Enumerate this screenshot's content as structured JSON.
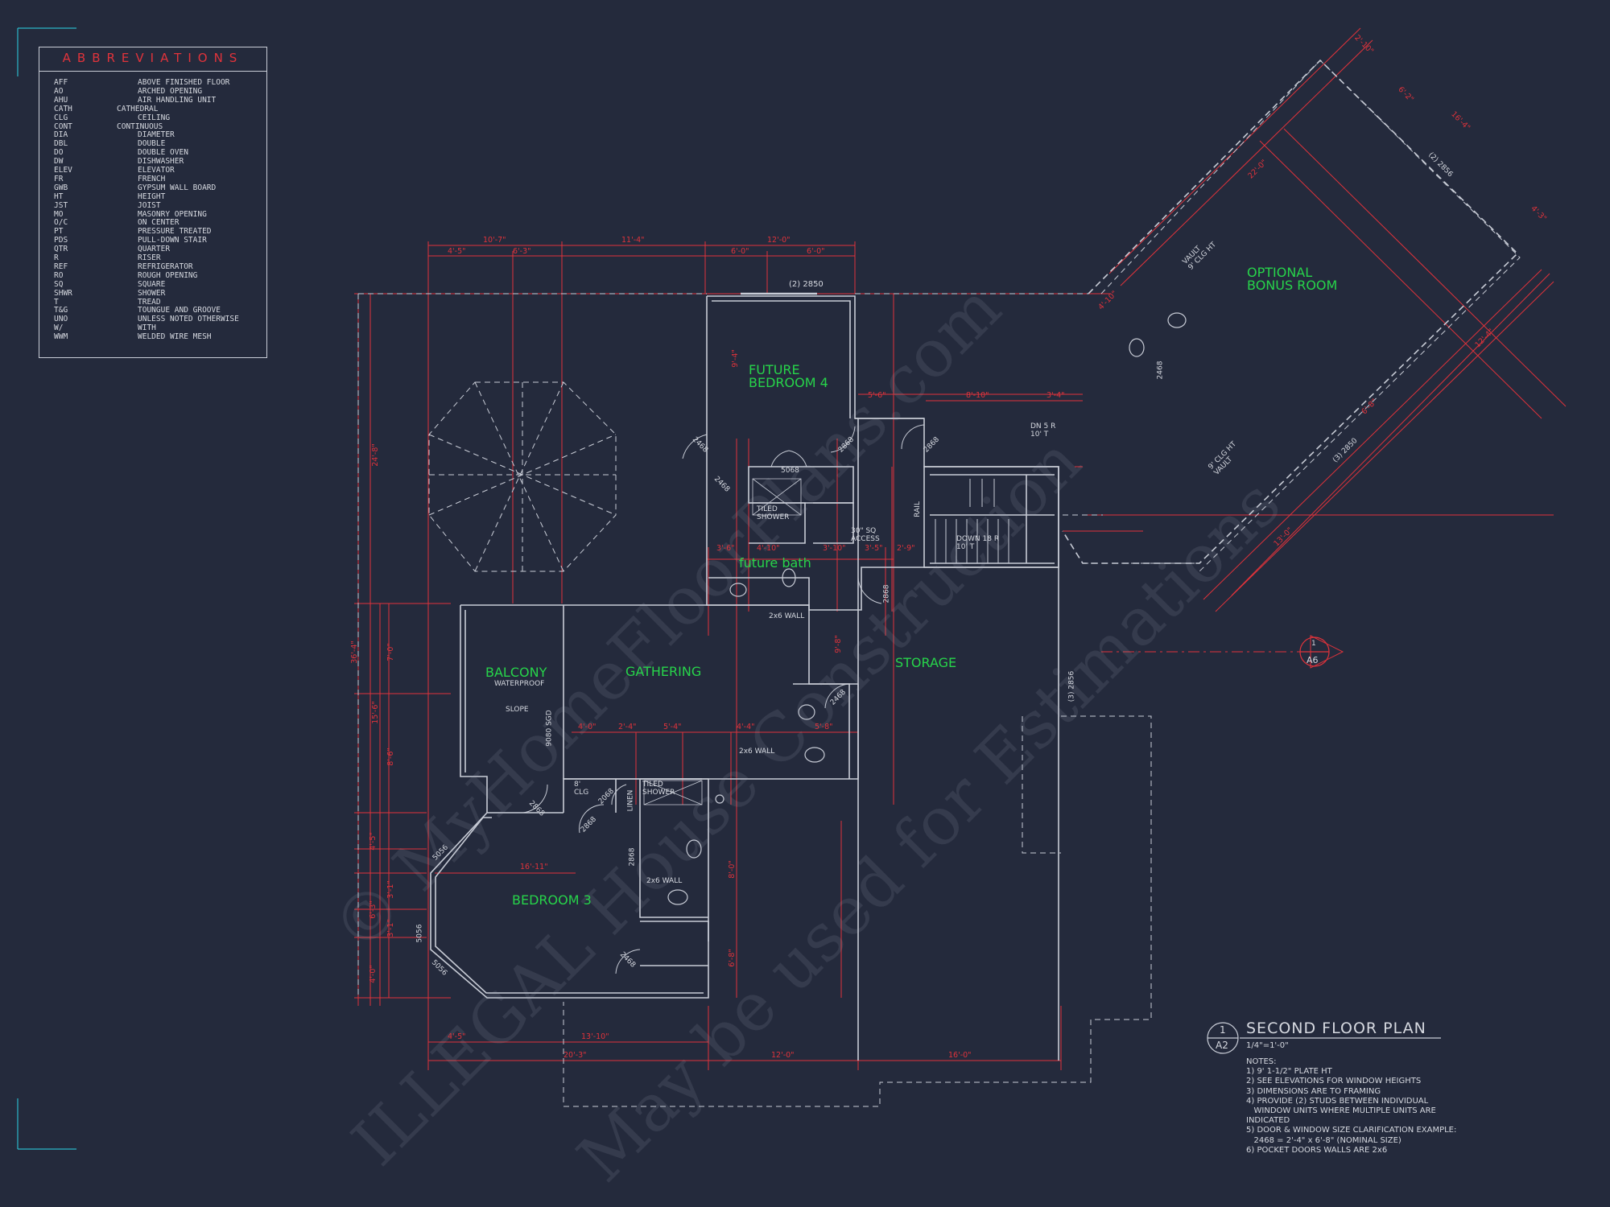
{
  "abbreviations": {
    "title": "ABBREVIATIONS",
    "items": [
      {
        "code": "AFF",
        "meaning": "ABOVE FINISHED FLOOR"
      },
      {
        "code": "AO",
        "meaning": "ARCHED OPENING"
      },
      {
        "code": "AHU",
        "meaning": "AIR HANDLING UNIT"
      },
      {
        "code": "CATH",
        "meaning": "CATHEDRAL"
      },
      {
        "code": "CLG",
        "meaning": "CEILING"
      },
      {
        "code": "CONT",
        "meaning": "CONTINUOUS"
      },
      {
        "code": "DIA",
        "meaning": "DIAMETER"
      },
      {
        "code": "DBL",
        "meaning": "DOUBLE"
      },
      {
        "code": "DO",
        "meaning": "DOUBLE OVEN"
      },
      {
        "code": "DW",
        "meaning": "DISHWASHER"
      },
      {
        "code": "ELEV",
        "meaning": "ELEVATOR"
      },
      {
        "code": "FR",
        "meaning": "FRENCH"
      },
      {
        "code": "GWB",
        "meaning": "GYPSUM WALL BOARD"
      },
      {
        "code": "HT",
        "meaning": "HEIGHT"
      },
      {
        "code": "JST",
        "meaning": "JOIST"
      },
      {
        "code": "MO",
        "meaning": "MASONRY OPENING"
      },
      {
        "code": "O/C",
        "meaning": "ON CENTER"
      },
      {
        "code": "PT",
        "meaning": "PRESSURE TREATED"
      },
      {
        "code": "PDS",
        "meaning": "PULL-DOWN STAIR"
      },
      {
        "code": "QTR",
        "meaning": "QUARTER"
      },
      {
        "code": "R",
        "meaning": "RISER"
      },
      {
        "code": "REF",
        "meaning": "REFRIGERATOR"
      },
      {
        "code": "RO",
        "meaning": "ROUGH OPENING"
      },
      {
        "code": "SQ",
        "meaning": "SQUARE"
      },
      {
        "code": "SHWR",
        "meaning": "SHOWER"
      },
      {
        "code": "T",
        "meaning": "TREAD"
      },
      {
        "code": "T&G",
        "meaning": "TOUNGUE AND GROOVE"
      },
      {
        "code": "UNO",
        "meaning": "UNLESS NOTED OTHERWISE"
      },
      {
        "code": "W/",
        "meaning": "WITH"
      },
      {
        "code": "WWM",
        "meaning": "WELDED WIRE MESH"
      }
    ]
  },
  "rooms": {
    "future_bedroom": [
      "FUTURE",
      "BEDROOM 4"
    ],
    "future_bath": "future bath",
    "balcony": "BALCONY",
    "balcony_sub": "WATERPROOF",
    "gathering": "GATHERING",
    "storage": "STORAGE",
    "bedroom3": "BEDROOM 3",
    "bonus": [
      "OPTIONAL",
      "BONUS ROOM"
    ]
  },
  "labels": {
    "window_top": "(2) 2850",
    "door_5068": "5068",
    "tiled_shower_1": [
      "TILED",
      "SHOWER"
    ],
    "tiled_shower_2": [
      "TILED",
      "SHOWER"
    ],
    "access": [
      "30\" SQ",
      "ACCESS"
    ],
    "wall_2x6_a": "2x6 WALL",
    "wall_2x6_b": "2x6 WALL",
    "wall_2x6_c": "2x6 WALL",
    "stair_down": [
      "DOWN 18 R",
      "10' T"
    ],
    "stair_dn_small": [
      "DN 5 R",
      "10' T"
    ],
    "rail": "RAIL",
    "slope": "SLOPE",
    "sgd": "9080 SGD",
    "clg8": [
      "8'",
      "CLG"
    ],
    "linen": "LINEN",
    "window_2856": "(3) 2856",
    "vault1": [
      "VAULT",
      "9' CLG HT"
    ],
    "vault2": [
      "9' CLG HT",
      "VAULT"
    ],
    "bonus_win1": "(2) 2856",
    "bonus_win2": "(3) 2850",
    "door_2468": "2468",
    "door_2868": "2868",
    "door_2068": "2068",
    "win_5056": "5056",
    "section_num": "1",
    "section_sheet": "A6"
  },
  "dimensions": {
    "top_row1": [
      "10'-7\"",
      "11'-4\"",
      "12'-0\""
    ],
    "top_row2": [
      "4'-5\"",
      "6'-3\"",
      "6'-0\"",
      "6'-0\""
    ],
    "left": [
      "24'-8\"",
      "36'-4\"",
      "7'-0\"",
      "15'-6\"",
      "8'-6\"",
      "4'-5\"",
      "3'-1\"",
      "6'-3\"",
      "4'-0\"",
      "3'-1\""
    ],
    "bottom_row1": [
      "4'-5\"",
      "13'-10\""
    ],
    "bottom_row2": [
      "20'-3\"",
      "12'-0\"",
      "16'-0\""
    ],
    "inner": [
      "9'-4\"",
      "5'-6\"",
      "8'-10\"",
      "3'-4\"",
      "4'-10\"",
      "3'-10\"",
      "3'-6\"",
      "3'-5\"",
      "2'-9\"",
      "4'-0\"",
      "2'-4\"",
      "5'-4\"",
      "4'-4\"",
      "5'-8\"",
      "16'-11\"",
      "8'-0\"",
      "6'-8\"",
      "9'-8\""
    ],
    "bonus": [
      "2'-10\"",
      "6'-2\"",
      "16'-4\"",
      "22'-0\"",
      "4'-10\"",
      "12'-4\"",
      "13'-0\"",
      "4'-3\"",
      "6'-8\""
    ]
  },
  "title_block": {
    "detail_num": "1",
    "sheet": "A2",
    "title": "SECOND FLOOR PLAN",
    "scale": "1/4\"=1'-0\"",
    "notes_heading": "NOTES:",
    "notes": [
      "1) 9' 1-1/2\" PLATE HT",
      "2) SEE ELEVATIONS FOR WINDOW HEIGHTS",
      "3) DIMENSIONS ARE TO FRAMING",
      "4) PROVIDE (2) STUDS BETWEEN INDIVIDUAL",
      "   WINDOW UNITS WHERE MULTIPLE UNITS ARE",
      "INDICATED",
      "5) DOOR & WINDOW SIZE CLARIFICATION EXAMPLE:",
      "   2468 = 2'-4\" x 6'-8\" (NOMINAL SIZE)",
      "6) POCKET DOORS WALLS ARE 2x6"
    ]
  },
  "watermarks": [
    "© MyHomeFloorPlans.com",
    "ILLEGAL House Construction",
    "May be used for Estimations"
  ],
  "colors": {
    "background": "#242a3c",
    "walls": "#c8ccd6",
    "dimensions": "#e0333b",
    "room_labels": "#27d44a",
    "frame_ticks": "#2bb6c8"
  }
}
